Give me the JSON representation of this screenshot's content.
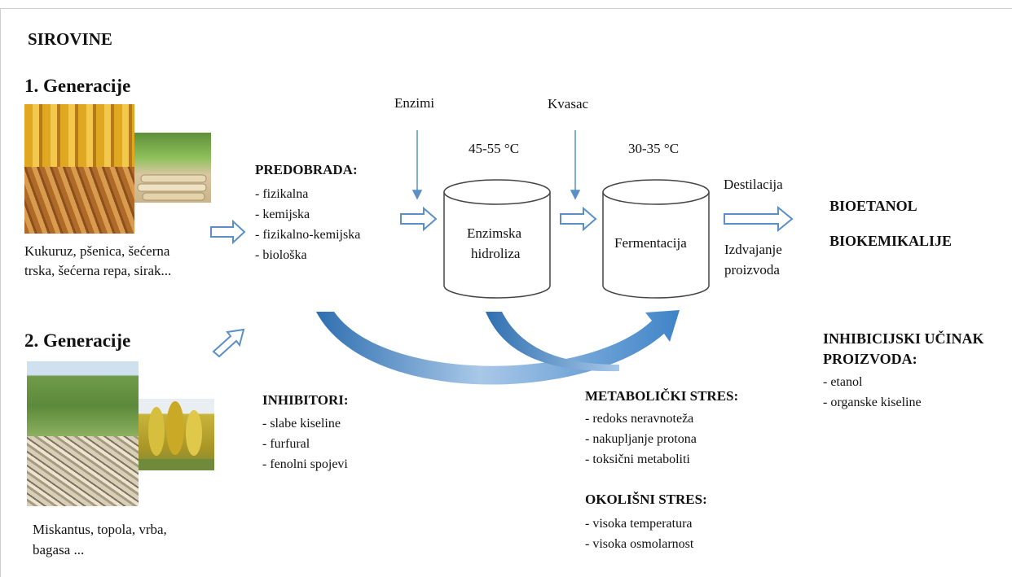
{
  "title": "SIROVINE",
  "gen1": {
    "heading": "1. Generacije",
    "caption_line1": "Kukuruz, pšenica, šećerna",
    "caption_line2": "trska, šećerna repa, sirak..."
  },
  "gen2": {
    "heading": "2. Generacije",
    "caption_line1": "Miskantus, topola, vrba,",
    "caption_line2": "bagasa ..."
  },
  "pretreatment": {
    "heading": "PREDOBRADA:",
    "items": [
      "fizikalna",
      "kemijska",
      "fizikalno-kemijska",
      "biološka"
    ]
  },
  "inhibitors": {
    "heading": "INHIBITORI:",
    "items": [
      "slabe kiseline",
      "furfural",
      "fenolni spojevi"
    ]
  },
  "hydrolysis": {
    "input": "Enzimi",
    "temperature": "45-55 °C",
    "label_line1": "Enzimska",
    "label_line2": "hidroliza"
  },
  "fermentation": {
    "input": "Kvasac",
    "temperature": "30-35 °C",
    "label": "Fermentacija"
  },
  "distillation": {
    "label": "Destilacija",
    "extract_line1": "Izdvajanje",
    "extract_line2": "proizvoda"
  },
  "products": {
    "item1": "BIOETANOL",
    "item2": "BIOKEMIKALIJE"
  },
  "metabolic_stress": {
    "heading": "METABOLIČKI STRES:",
    "items": [
      "redoks neravnoteža",
      "nakupljanje protona",
      "toksični metaboliti"
    ]
  },
  "environmental_stress": {
    "heading": "OKOLIŠNI STRES:",
    "items": [
      "visoka temperatura",
      "visoka osmolarnost"
    ]
  },
  "product_inhibition": {
    "heading_line1": "INHIBICIJSKI UČINAK",
    "heading_line2": "PROIZVODA:",
    "items": [
      "etanol",
      "organske kiseline"
    ]
  },
  "colors": {
    "arrow_outline": "#5b8fc7",
    "curve_dark": "#2e6fb0",
    "curve_light": "#a9c8e8"
  }
}
